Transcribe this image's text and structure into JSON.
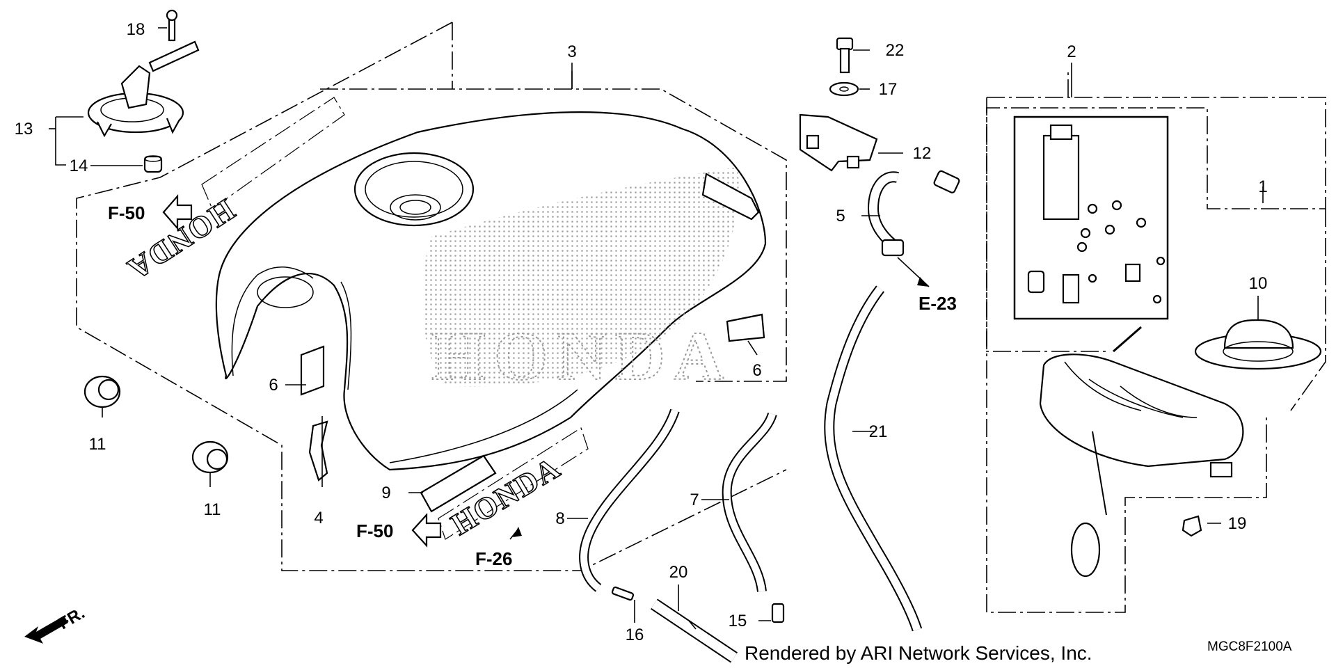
{
  "callouts": {
    "c1": "1",
    "c2": "2",
    "c3": "3",
    "c4": "4",
    "c5": "5",
    "c6a": "6",
    "c6b": "6",
    "c7": "7",
    "c8": "8",
    "c9": "9",
    "c10": "10",
    "c11a": "11",
    "c11b": "11",
    "c12": "12",
    "c13": "13",
    "c14": "14",
    "c15": "15",
    "c16": "16",
    "c17": "17",
    "c18": "18",
    "c19": "19",
    "c20": "20",
    "c21": "21",
    "c22": "22"
  },
  "references": {
    "f50_top": "F-50",
    "f50_bottom": "F-50",
    "f26": "F-26",
    "e23": "E-23"
  },
  "logo": {
    "tank_upper": "HONDA",
    "tank_lower": "HONDA",
    "tank_side": "HONDA"
  },
  "direction": {
    "front_label": "FR."
  },
  "footer": {
    "credit": "Rendered by ARI Network Services, Inc.",
    "code": "MGC8F2100A"
  }
}
